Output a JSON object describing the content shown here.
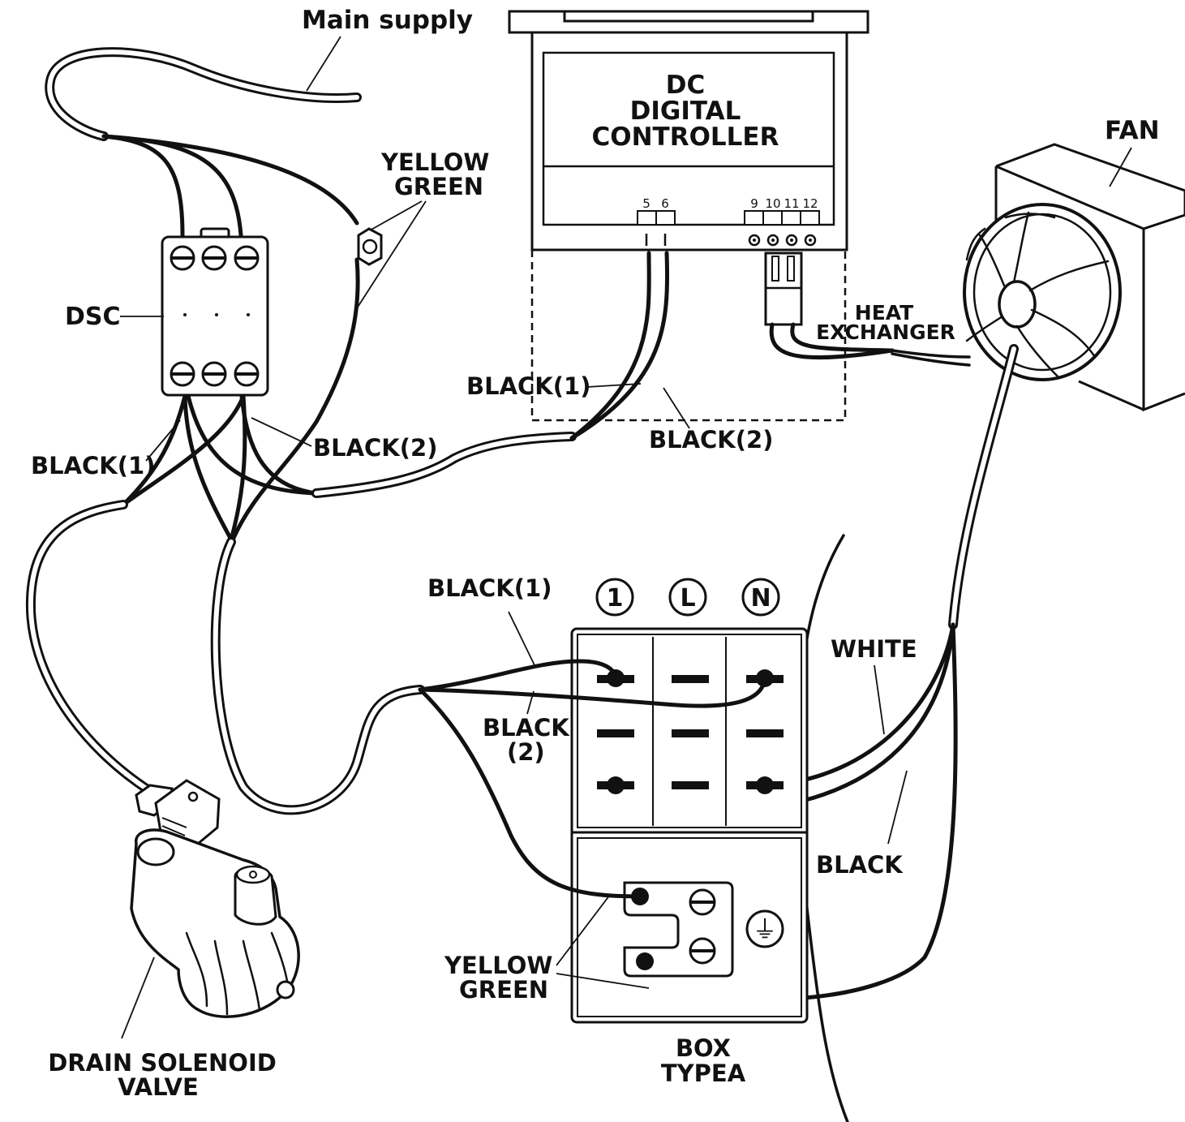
{
  "labels": {
    "main_supply": "Main supply",
    "controller_line1": "DC",
    "controller_line2": "DIGITAL",
    "controller_line3": "CONTROLLER",
    "fan": "FAN",
    "yellow_green_top_1": "YELLOW",
    "yellow_green_top_2": "GREEN",
    "dsc": "DSC",
    "heat_exchanger_1": "HEAT",
    "heat_exchanger_2": "EXCHANGER",
    "black1_controller": "BLACK(1)",
    "black2_controller": "BLACK(2)",
    "black1_dsc": "BLACK(1)",
    "black2_dsc": "BLACK(2)",
    "black1_box": "BLACK(1)",
    "black2_box_1": "BLACK",
    "black2_box_2": "(2)",
    "white": "WHITE",
    "black_fan": "BLACK",
    "yellow_green_bottom_1": "YELLOW",
    "yellow_green_bottom_2": "GREEN",
    "drain_valve_1": "DRAIN SOLENOID",
    "drain_valve_2": "VALVE",
    "box_1": "BOX",
    "box_2": "TYPEA"
  },
  "terminals": {
    "controller_left": [
      "5",
      "6"
    ],
    "controller_right": [
      "9",
      "10",
      "11",
      "12"
    ],
    "box_headers": [
      "1",
      "L",
      "N"
    ],
    "ground_symbol": "⏚"
  }
}
